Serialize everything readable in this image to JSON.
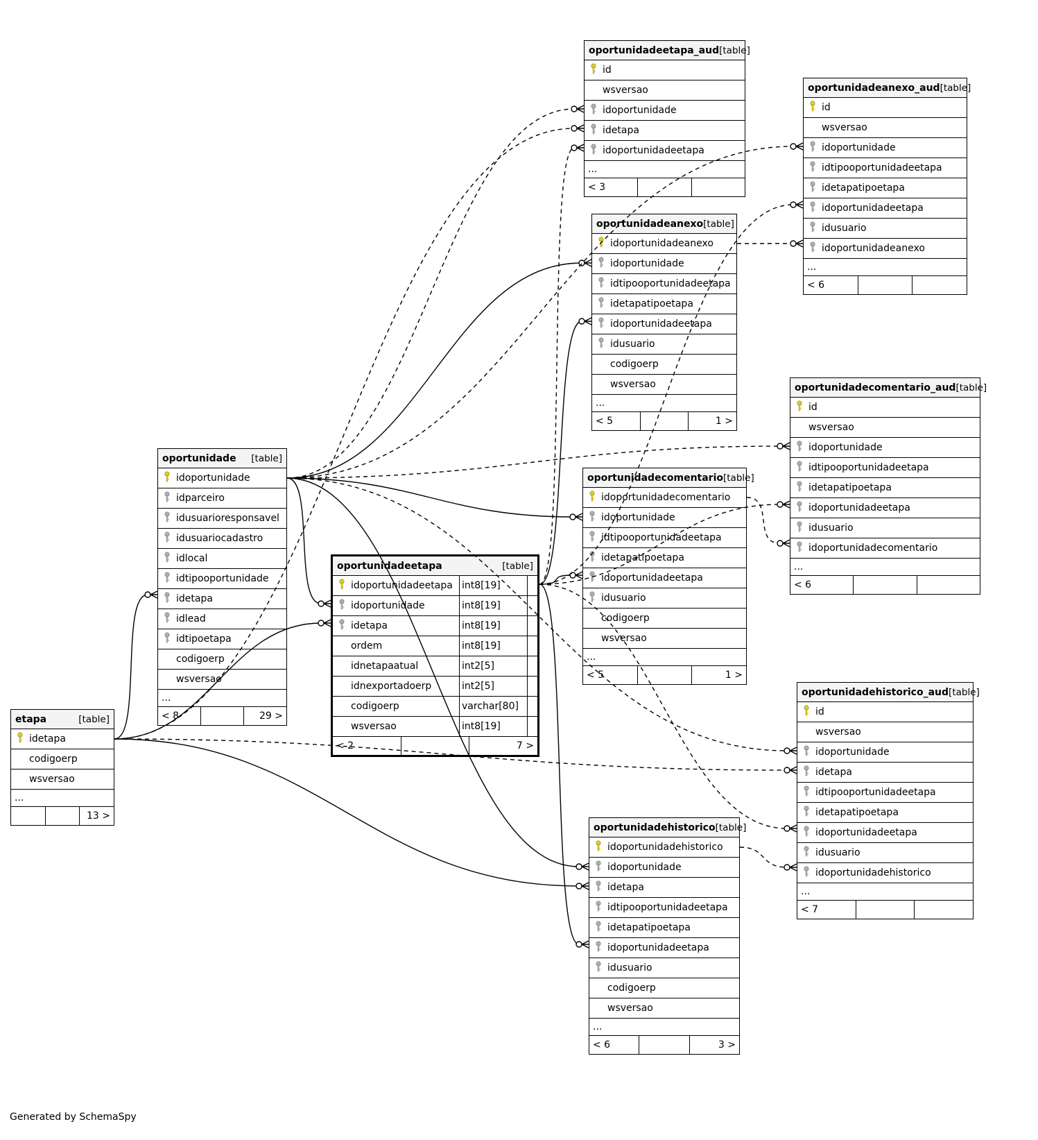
{
  "tables": [
    {
      "id": "etapa",
      "name": "etapa",
      "type_tag": "[table]",
      "columns": [
        {
          "name": "idetapa",
          "key": "pk"
        },
        {
          "name": "codigoerp"
        },
        {
          "name": "wsversao"
        }
      ],
      "more": "...",
      "footer": [
        "",
        "",
        "13 >"
      ]
    },
    {
      "id": "oportunidade",
      "name": "oportunidade",
      "type_tag": "[table]",
      "columns": [
        {
          "name": "idoportunidade",
          "key": "pk"
        },
        {
          "name": "idparceiro",
          "key": "fk"
        },
        {
          "name": "idusuarioresponsavel",
          "key": "fk"
        },
        {
          "name": "idusuariocadastro",
          "key": "fk"
        },
        {
          "name": "idlocal",
          "key": "fk"
        },
        {
          "name": "idtipooportunidade",
          "key": "fk"
        },
        {
          "name": "idetapa",
          "key": "fk"
        },
        {
          "name": "idlead",
          "key": "fk"
        },
        {
          "name": "idtipoetapa",
          "key": "fk"
        },
        {
          "name": "codigoerp"
        },
        {
          "name": "wsversao"
        }
      ],
      "more": "...",
      "footer": [
        "< 8",
        "",
        "29 >"
      ]
    },
    {
      "id": "oportunidadeetapa",
      "name": "oportunidadeetapa",
      "type_tag": "[table]",
      "focus": true,
      "columns": [
        {
          "name": "idoportunidadeetapa",
          "key": "pk",
          "type": "int8[19]"
        },
        {
          "name": "idoportunidade",
          "key": "fk",
          "type": "int8[19]"
        },
        {
          "name": "idetapa",
          "key": "fk",
          "type": "int8[19]"
        },
        {
          "name": "ordem",
          "type": "int8[19]"
        },
        {
          "name": "idnetapaatual",
          "type": "int2[5]"
        },
        {
          "name": "idnexportadoerp",
          "type": "int2[5]"
        },
        {
          "name": "codigoerp",
          "type": "varchar[80]"
        },
        {
          "name": "wsversao",
          "type": "int8[19]"
        }
      ],
      "more": "",
      "footer": [
        "< 2",
        "",
        "7 >"
      ]
    },
    {
      "id": "oportunidadeetapa_aud",
      "name": "oportunidadeetapa_aud",
      "type_tag": "[table]",
      "columns": [
        {
          "name": "id",
          "key": "pk"
        },
        {
          "name": "wsversao"
        },
        {
          "name": "idoportunidade",
          "key": "fk"
        },
        {
          "name": "idetapa",
          "key": "fk"
        },
        {
          "name": "idoportunidadeetapa",
          "key": "fk"
        }
      ],
      "more": "...",
      "footer": [
        "< 3",
        "",
        ""
      ]
    },
    {
      "id": "oportunidadeanexo",
      "name": "oportunidadeanexo",
      "type_tag": "[table]",
      "columns": [
        {
          "name": "idoportunidadeanexo",
          "key": "pk"
        },
        {
          "name": "idoportunidade",
          "key": "fk"
        },
        {
          "name": "idtipooportunidadeetapa",
          "key": "fk"
        },
        {
          "name": "idetapatipoetapa",
          "key": "fk"
        },
        {
          "name": "idoportunidadeetapa",
          "key": "fk"
        },
        {
          "name": "idusuario",
          "key": "fk"
        },
        {
          "name": "codigoerp"
        },
        {
          "name": "wsversao"
        }
      ],
      "more": "...",
      "footer": [
        "< 5",
        "",
        "1 >"
      ]
    },
    {
      "id": "oportunidadecomentario",
      "name": "oportunidadecomentario",
      "type_tag": "[table]",
      "columns": [
        {
          "name": "idoportunidadecomentario",
          "key": "pk"
        },
        {
          "name": "idoportunidade",
          "key": "fk"
        },
        {
          "name": "idtipooportunidadeetapa",
          "key": "fk"
        },
        {
          "name": "idetapatipoetapa",
          "key": "fk"
        },
        {
          "name": "idoportunidadeetapa",
          "key": "fk"
        },
        {
          "name": "idusuario",
          "key": "fk"
        },
        {
          "name": "codigoerp"
        },
        {
          "name": "wsversao"
        }
      ],
      "more": "...",
      "footer": [
        "< 5",
        "",
        "1 >"
      ]
    },
    {
      "id": "oportunidadehistorico",
      "name": "oportunidadehistorico",
      "type_tag": "[table]",
      "columns": [
        {
          "name": "idoportunidadehistorico",
          "key": "pk"
        },
        {
          "name": "idoportunidade",
          "key": "fk"
        },
        {
          "name": "idetapa",
          "key": "fk"
        },
        {
          "name": "idtipooportunidadeetapa",
          "key": "fk"
        },
        {
          "name": "idetapatipoetapa",
          "key": "fk"
        },
        {
          "name": "idoportunidadeetapa",
          "key": "fk"
        },
        {
          "name": "idusuario",
          "key": "fk"
        },
        {
          "name": "codigoerp"
        },
        {
          "name": "wsversao"
        }
      ],
      "more": "...",
      "footer": [
        "< 6",
        "",
        "3 >"
      ]
    },
    {
      "id": "oportunidadeanexo_aud",
      "name": "oportunidadeanexo_aud",
      "type_tag": "[table]",
      "columns": [
        {
          "name": "id",
          "key": "pk"
        },
        {
          "name": "wsversao"
        },
        {
          "name": "idoportunidade",
          "key": "fk"
        },
        {
          "name": "idtipooportunidadeetapa",
          "key": "fk"
        },
        {
          "name": "idetapatipoetapa",
          "key": "fk"
        },
        {
          "name": "idoportunidadeetapa",
          "key": "fk"
        },
        {
          "name": "idusuario",
          "key": "fk"
        },
        {
          "name": "idoportunidadeanexo",
          "key": "fk"
        }
      ],
      "more": "...",
      "footer": [
        "< 6",
        "",
        ""
      ]
    },
    {
      "id": "oportunidadecomentario_aud",
      "name": "oportunidadecomentario_aud",
      "type_tag": "[table]",
      "columns": [
        {
          "name": "id",
          "key": "pk"
        },
        {
          "name": "wsversao"
        },
        {
          "name": "idoportunidade",
          "key": "fk"
        },
        {
          "name": "idtipooportunidadeetapa",
          "key": "fk"
        },
        {
          "name": "idetapatipoetapa",
          "key": "fk"
        },
        {
          "name": "idoportunidadeetapa",
          "key": "fk"
        },
        {
          "name": "idusuario",
          "key": "fk"
        },
        {
          "name": "idoportunidadecomentario",
          "key": "fk"
        }
      ],
      "more": "...",
      "footer": [
        "< 6",
        "",
        ""
      ]
    },
    {
      "id": "oportunidadehistorico_aud",
      "name": "oportunidadehistorico_aud",
      "type_tag": "[table]",
      "columns": [
        {
          "name": "id",
          "key": "pk"
        },
        {
          "name": "wsversao"
        },
        {
          "name": "idoportunidade",
          "key": "fk"
        },
        {
          "name": "idetapa",
          "key": "fk"
        },
        {
          "name": "idtipooportunidadeetapa",
          "key": "fk"
        },
        {
          "name": "idetapatipoetapa",
          "key": "fk"
        },
        {
          "name": "idoportunidadeetapa",
          "key": "fk"
        },
        {
          "name": "idusuario",
          "key": "fk"
        },
        {
          "name": "idoportunidadehistorico",
          "key": "fk"
        }
      ],
      "more": "...",
      "footer": [
        "< 7",
        "",
        ""
      ]
    }
  ],
  "relationships": [
    {
      "from": "oportunidade.idoportunidade",
      "to": "oportunidadeetapa.idoportunidade",
      "style": "solid"
    },
    {
      "from": "oportunidade.idoportunidade",
      "to": "oportunidadeanexo.idoportunidade",
      "style": "solid"
    },
    {
      "from": "oportunidade.idoportunidade",
      "to": "oportunidadecomentario.idoportunidade",
      "style": "solid"
    },
    {
      "from": "oportunidade.idoportunidade",
      "to": "oportunidadehistorico.idoportunidade",
      "style": "solid"
    },
    {
      "from": "oportunidade.idoportunidade",
      "to": "oportunidadeetapa_aud.idoportunidade",
      "style": "dashed"
    },
    {
      "from": "oportunidade.idoportunidade",
      "to": "oportunidadecomentario_aud.idoportunidade",
      "style": "dashed"
    },
    {
      "from": "oportunidade.idoportunidade",
      "to": "oportunidadehistorico_aud.idoportunidade",
      "style": "dashed"
    },
    {
      "from": "etapa.idetapa",
      "to": "oportunidade.idetapa",
      "style": "solid"
    },
    {
      "from": "etapa.idetapa",
      "to": "oportunidadeetapa.idetapa",
      "style": "solid"
    },
    {
      "from": "etapa.idetapa",
      "to": "oportunidadehistorico.idetapa",
      "style": "solid"
    },
    {
      "from": "etapa.idetapa",
      "to": "oportunidadehistorico_aud.idetapa",
      "style": "dashed"
    },
    {
      "from": "etapa.idetapa",
      "to": "oportunidadeetapa_aud.idetapa",
      "style": "dashed"
    },
    {
      "from": "oportunidadeetapa.idoportunidadeetapa",
      "to": "oportunidadeanexo.idoportunidadeetapa",
      "style": "solid"
    },
    {
      "from": "oportunidadeetapa.idoportunidadeetapa",
      "to": "oportunidadecomentario.idoportunidadeetapa",
      "style": "solid"
    },
    {
      "from": "oportunidadeetapa.idoportunidadeetapa",
      "to": "oportunidadehistorico.idoportunidadeetapa",
      "style": "solid"
    },
    {
      "from": "oportunidadeetapa.idoportunidadeetapa",
      "to": "oportunidadeetapa_aud.idoportunidadeetapa",
      "style": "dashed"
    },
    {
      "from": "oportunidadeetapa.idoportunidadeetapa",
      "to": "oportunidadeanexo_aud.idoportunidadeetapa",
      "style": "dashed"
    },
    {
      "from": "oportunidadeetapa.idoportunidadeetapa",
      "to": "oportunidadecomentario_aud.idoportunidadeetapa",
      "style": "dashed"
    },
    {
      "from": "oportunidadeetapa.idoportunidadeetapa",
      "to": "oportunidadehistorico_aud.idoportunidadeetapa",
      "style": "dashed"
    },
    {
      "from": "oportunidadeanexo.idoportunidadeanexo",
      "to": "oportunidadeanexo_aud.idoportunidadeanexo",
      "style": "dashed"
    },
    {
      "from": "oportunidadecomentario.idoportunidadecomentario",
      "to": "oportunidadecomentario_aud.idoportunidadecomentario",
      "style": "dashed"
    },
    {
      "from": "oportunidadehistorico.idoportunidadehistorico",
      "to": "oportunidadehistorico_aud.idoportunidadehistorico",
      "style": "dashed"
    },
    {
      "from": "oportunidade.idoportunidade",
      "to": "oportunidadeanexo_aud.idoportunidade",
      "style": "dashed"
    }
  ],
  "colors": {
    "primary_key": "#e8d200",
    "foreign_key": "#b0b0b0",
    "line": "#000000",
    "header_bg": "#f4f4f4"
  },
  "icons": {
    "primary_key": "key-icon",
    "foreign_key": "key-icon"
  },
  "footer_credit": "Generated by SchemaSpy"
}
